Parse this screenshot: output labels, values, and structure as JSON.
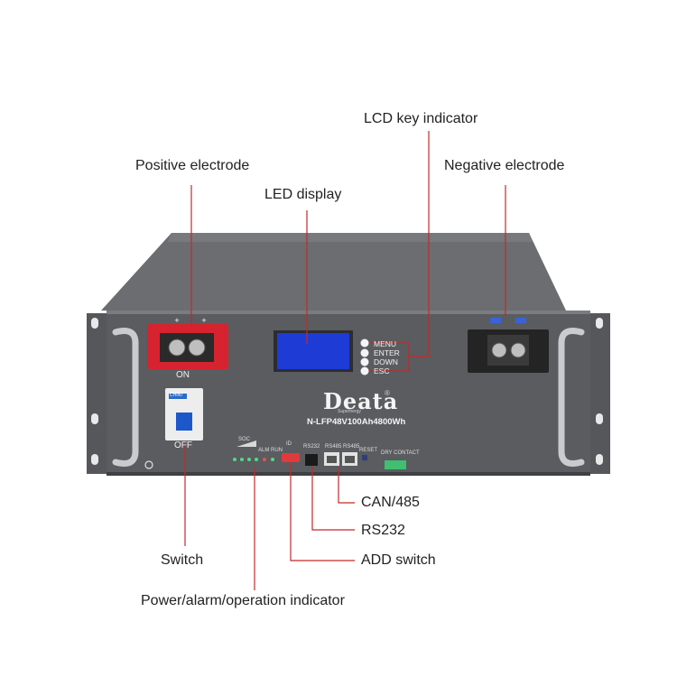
{
  "callouts": {
    "lcd_key_indicator": "LCD key indicator",
    "positive_electrode": "Positive electrode",
    "negative_electrode": "Negative electrode",
    "led_display": "LED display",
    "can_485": "CAN/485",
    "rs232": "RS232",
    "switch": "Switch",
    "add_switch": "ADD switch",
    "power_alarm_indicator": "Power/alarm/operation indicator"
  },
  "panel": {
    "brand": "Deata",
    "brand_mark": "®",
    "tagline": "Supernergy",
    "model": "N-LFP48V100Ah4800Wh",
    "menu_keys": [
      "MENU",
      "ENTER",
      "DOWN",
      "ESC"
    ],
    "switch_on": "ON",
    "switch_off": "OFF",
    "switch_brand": "CHINT",
    "port_labels": {
      "soc": "SOC",
      "alm_run": "ALM RUN",
      "id": "ID",
      "rs232": "RS232",
      "rs485_a": "RS485",
      "rs485_b": "RS485",
      "reset": "RESET",
      "dry_contact": "DRY CONTACT"
    }
  },
  "colors": {
    "callout_line": "#c62828",
    "body_gray": "#5a5c60",
    "lcd_blue": "#1f3bd6",
    "terminal_red": "#d6232f"
  }
}
